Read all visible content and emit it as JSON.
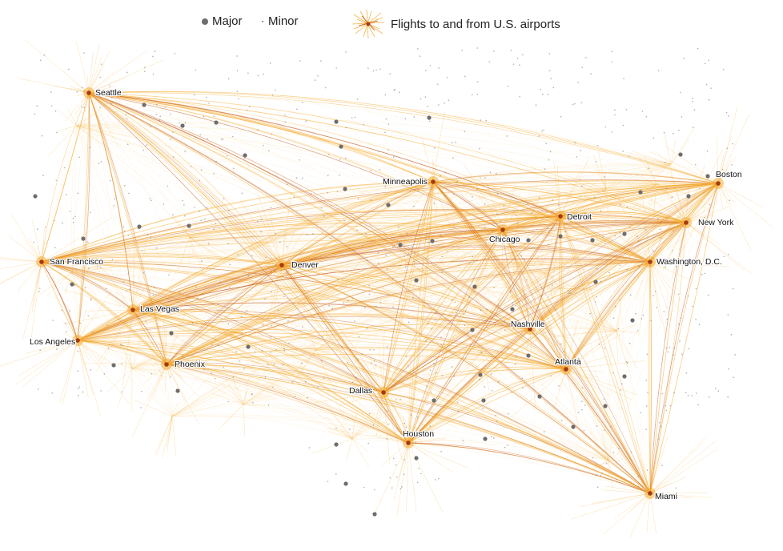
{
  "legend": {
    "major_label": "Major",
    "minor_label": "Minor",
    "flights_label": "Flights to and from U.S. airports"
  },
  "colors": {
    "route_light": "#fbd58a",
    "route_mid": "#f5a623",
    "route_dark": "#c0501b",
    "hub": "#a33c12",
    "major_airport": "#6d6d6d",
    "minor_airport": "#8a8a8a"
  },
  "cities": [
    {
      "name": "Seattle"
    },
    {
      "name": "San Francisco"
    },
    {
      "name": "Los Angeles"
    },
    {
      "name": "Las Vegas"
    },
    {
      "name": "Phoenix"
    },
    {
      "name": "Denver"
    },
    {
      "name": "Minneapolis"
    },
    {
      "name": "Chicago"
    },
    {
      "name": "Detroit"
    },
    {
      "name": "Dallas"
    },
    {
      "name": "Houston"
    },
    {
      "name": "Nashville"
    },
    {
      "name": "Atlanta"
    },
    {
      "name": "Miami"
    },
    {
      "name": "Washington, D.C."
    },
    {
      "name": "New York"
    },
    {
      "name": "Boston"
    }
  ]
}
